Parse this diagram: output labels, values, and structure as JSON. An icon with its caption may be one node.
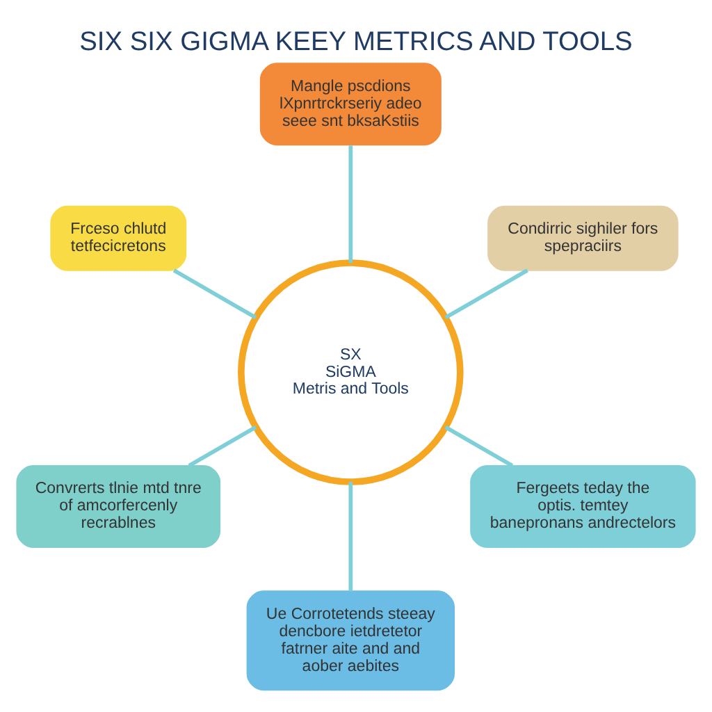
{
  "diagram": {
    "title": "SIX SIX GIGMA KEEY METRICS AND TOOLS",
    "nodes": [
      {
        "text": [
          "SX",
          "SiGMA",
          "Metris and Tools"
        ]
      },
      {
        "text": [
          "Condirric sighiler fors spepraciirs"
        ]
      },
      {
        "text": [
          "Mangle pscdions lXpnrtrckrseriy adeo seee snt bksaKstiis"
        ]
      },
      {
        "text": [
          "Frceso chlutd tetfecicretons"
        ]
      },
      {
        "text": [
          "Convrerts tlnie mtd tnre of amcorfercenly recrablnes"
        ]
      },
      {
        "text": [
          "Ue Corrotetends steeay dencbore ietdretetor fatrner aite and and aober aebites"
        ]
      },
      {
        "text": [
          "Fergeets teday the optis. temtey banepronans andrectelors"
        ]
      }
    ],
    "edges": [
      {
        "from": 0,
        "to": 1,
        "arrow": "none"
      },
      {
        "from": 0,
        "to": 2,
        "arrow": "none"
      },
      {
        "from": 0,
        "to": 3,
        "arrow": "none"
      },
      {
        "from": 0,
        "to": 4,
        "arrow": "none"
      },
      {
        "from": 0,
        "to": 5,
        "arrow": "none"
      },
      {
        "from": 0,
        "to": 6,
        "arrow": "none"
      }
    ]
  }
}
